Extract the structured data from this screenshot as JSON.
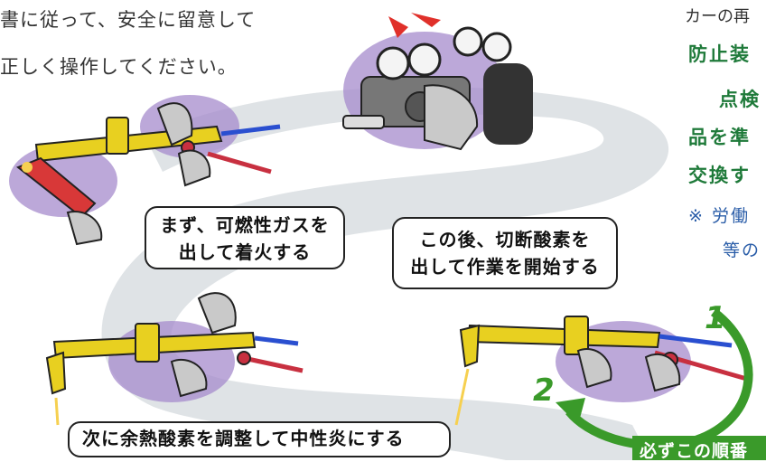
{
  "intro": {
    "line1": "書に従って、安全に留意して",
    "line2": "正しく操作してください。"
  },
  "side": {
    "line1": "カーの再",
    "line2": "防止装",
    "line3": "点検",
    "line4": "品を準",
    "line5": "交換す",
    "line6": "※ 労働",
    "line7": "等の"
  },
  "steps": {
    "step1_line1": "まず、可燃性ガスを",
    "step1_line2": "出して着火する",
    "step2": "次に余熱酸素を調整して中性炎にする",
    "step3_line1": "この後、切断酸素を",
    "step3_line2": "出して作業を開始する"
  },
  "order": {
    "label": "必ずこの順番",
    "num1": "1",
    "num2": "2"
  },
  "colors": {
    "torch_yellow": "#e8d020",
    "hose_blue": "#2a4fd0",
    "hose_red": "#c83040",
    "glove_gray": "#c9c9c9",
    "purple_blob": "#a58bcc",
    "green_arrow": "#3a9a2a",
    "path_gray": "#dfe3e6"
  }
}
